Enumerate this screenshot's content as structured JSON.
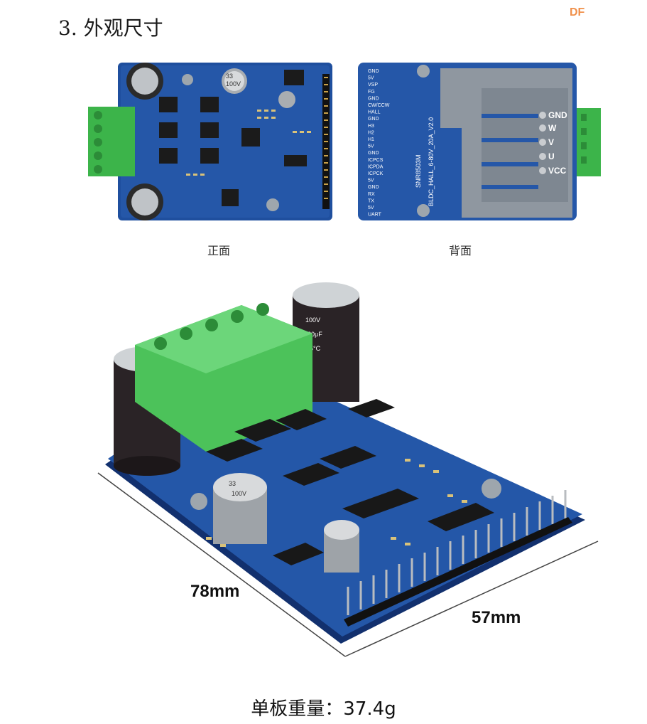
{
  "section_title": "3. 外观尺寸",
  "brand": "DF",
  "captions": {
    "front": "正面",
    "back": "背面"
  },
  "back_board": {
    "pin_labels": [
      "GND",
      "5V",
      "VSP",
      "FG",
      "GND",
      "CW/CCW",
      "HALL",
      "GND",
      "H3",
      "H2",
      "H1",
      "5V",
      "GND",
      "ICPCS",
      "ICPDA",
      "ICPCK",
      "5V",
      "GND",
      "RX",
      "TX",
      "5V",
      "UART"
    ],
    "model": "SNR8503M",
    "version": "BLDC_HALL_6-80V_20A_V2.0",
    "pads": [
      "GND",
      "W",
      "V",
      "U",
      "VCC"
    ]
  },
  "capacitor_marks": {
    "large": [
      "100V",
      "220μF",
      "105°C"
    ],
    "small": [
      "33",
      "100V"
    ]
  },
  "dimensions": {
    "length": "78mm",
    "width": "57mm"
  },
  "weight": "单板重量：37.4g"
}
